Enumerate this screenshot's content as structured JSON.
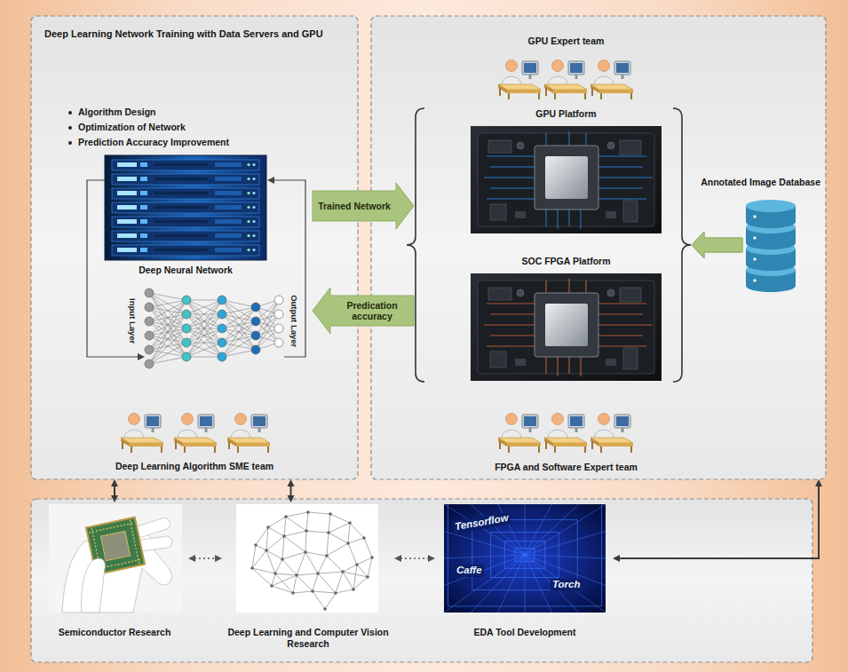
{
  "diagram": {
    "nodes": [
      {
        "text": [
          "Deep Learning Network Training with Data Servers and GPU",
          "Deep Learning Algorithm SME team"
        ]
      },
      {
        "text": [
          "Deep Neural Network"
        ],
        "in": 0
      },
      {
        "text": [
          "GPU Expert team",
          "FPGA and Software Expert team"
        ]
      },
      {
        "text": [
          "GPU Platform"
        ],
        "in": 2
      },
      {
        "text": [
          "SOC FPGA Platform"
        ],
        "in": 2
      },
      {
        "text": [
          "Annotated Image Database"
        ],
        "in": 2
      },
      {
        "text": [
          "Semiconductor Research"
        ]
      },
      {
        "text": [
          "Deep Learning and Computer Vision Research"
        ]
      },
      {
        "text": [
          "EDA Tool Development"
        ]
      }
    ],
    "edges": [
      {
        "from": 1,
        "to": 2,
        "label": "Trained Network",
        "arrow": "to"
      },
      {
        "from": 2,
        "to": 1,
        "label": "Predication accuracy",
        "arrow": "to"
      },
      {
        "from": 5,
        "to": 3,
        "arrow": "to"
      },
      {
        "from": 5,
        "to": 4,
        "arrow": "to"
      },
      {
        "from": 6,
        "to": 0,
        "arrow": "both"
      },
      {
        "from": 7,
        "to": 0,
        "arrow": "both"
      },
      {
        "from": 8,
        "to": 2,
        "arrow": "both"
      },
      {
        "from": 6,
        "to": 7,
        "arrow": "both"
      },
      {
        "from": 7,
        "to": 8,
        "arrow": "both"
      }
    ],
    "labels": [
      "Algorithm Design",
      "Optimization of Network",
      "Prediction Accuracy Improvement",
      "Input Layer",
      "Output Layer",
      "Tensorflow",
      "Caffe",
      "Torch"
    ]
  }
}
